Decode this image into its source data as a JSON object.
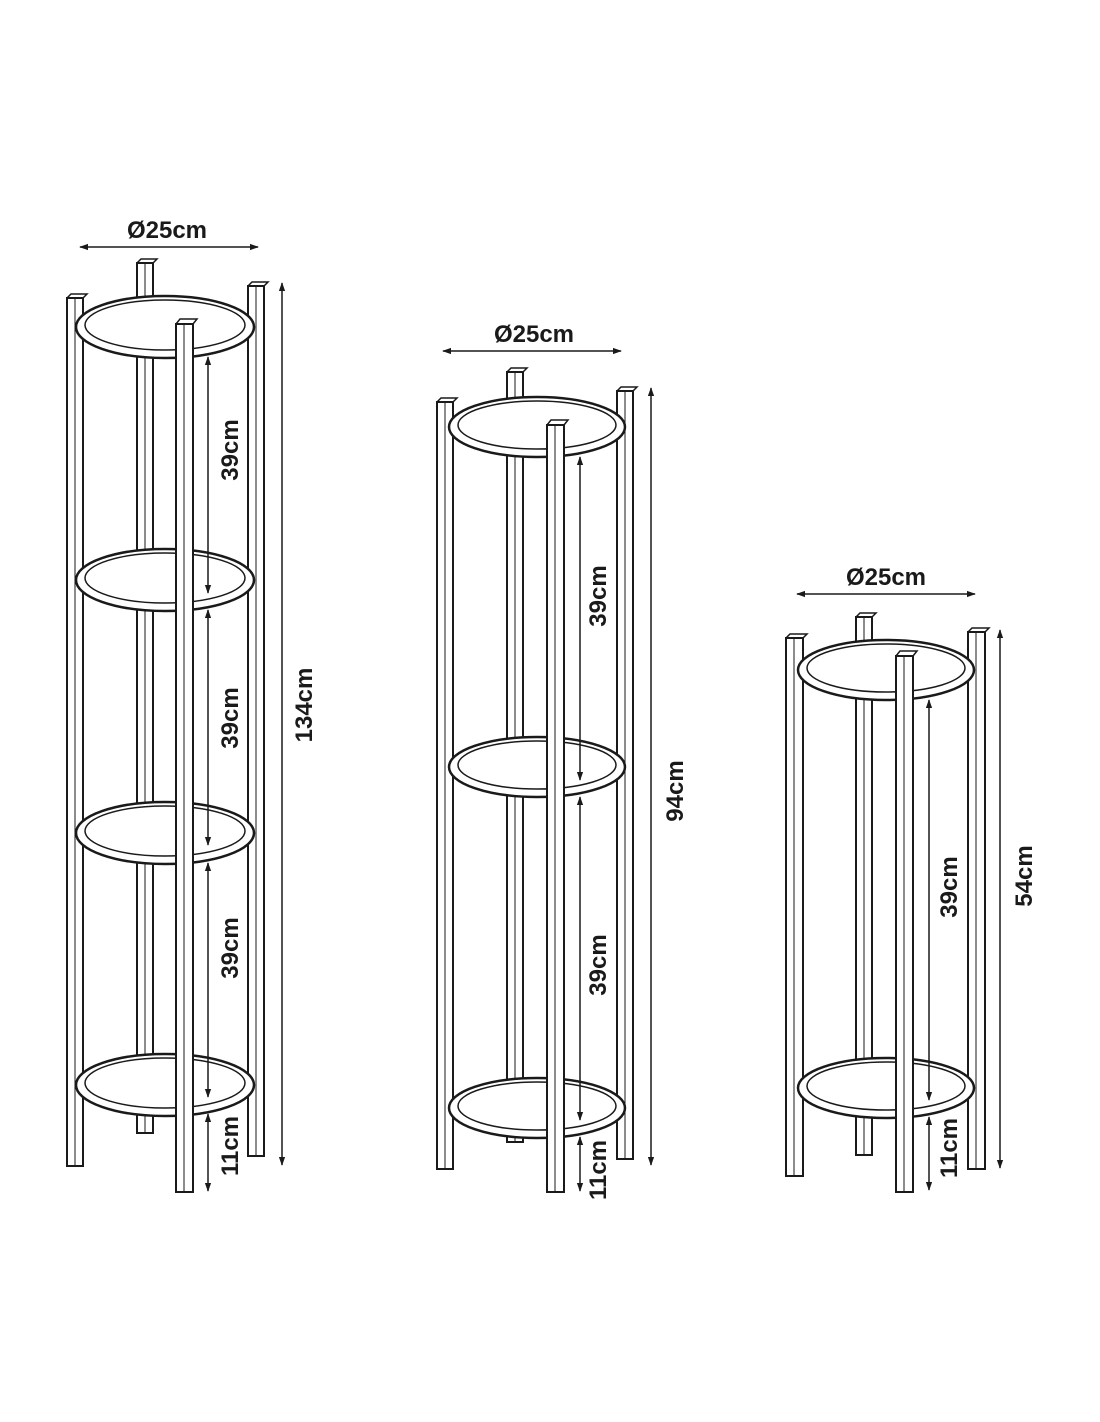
{
  "stands": [
    {
      "diameter_label": "Ø25cm",
      "height_label": "134cm",
      "shelf_gap_labels": [
        "39cm",
        "39cm",
        "39cm"
      ],
      "base_gap_label": "11cm"
    },
    {
      "diameter_label": "Ø25cm",
      "height_label": "94cm",
      "shelf_gap_labels": [
        "39cm",
        "39cm"
      ],
      "base_gap_label": "11cm"
    },
    {
      "diameter_label": "Ø25cm",
      "height_label": "54cm",
      "shelf_gap_labels": [
        "39cm"
      ],
      "base_gap_label": "11cm"
    }
  ],
  "colors": {
    "line": "#1a1a1a",
    "background": "#ffffff"
  }
}
